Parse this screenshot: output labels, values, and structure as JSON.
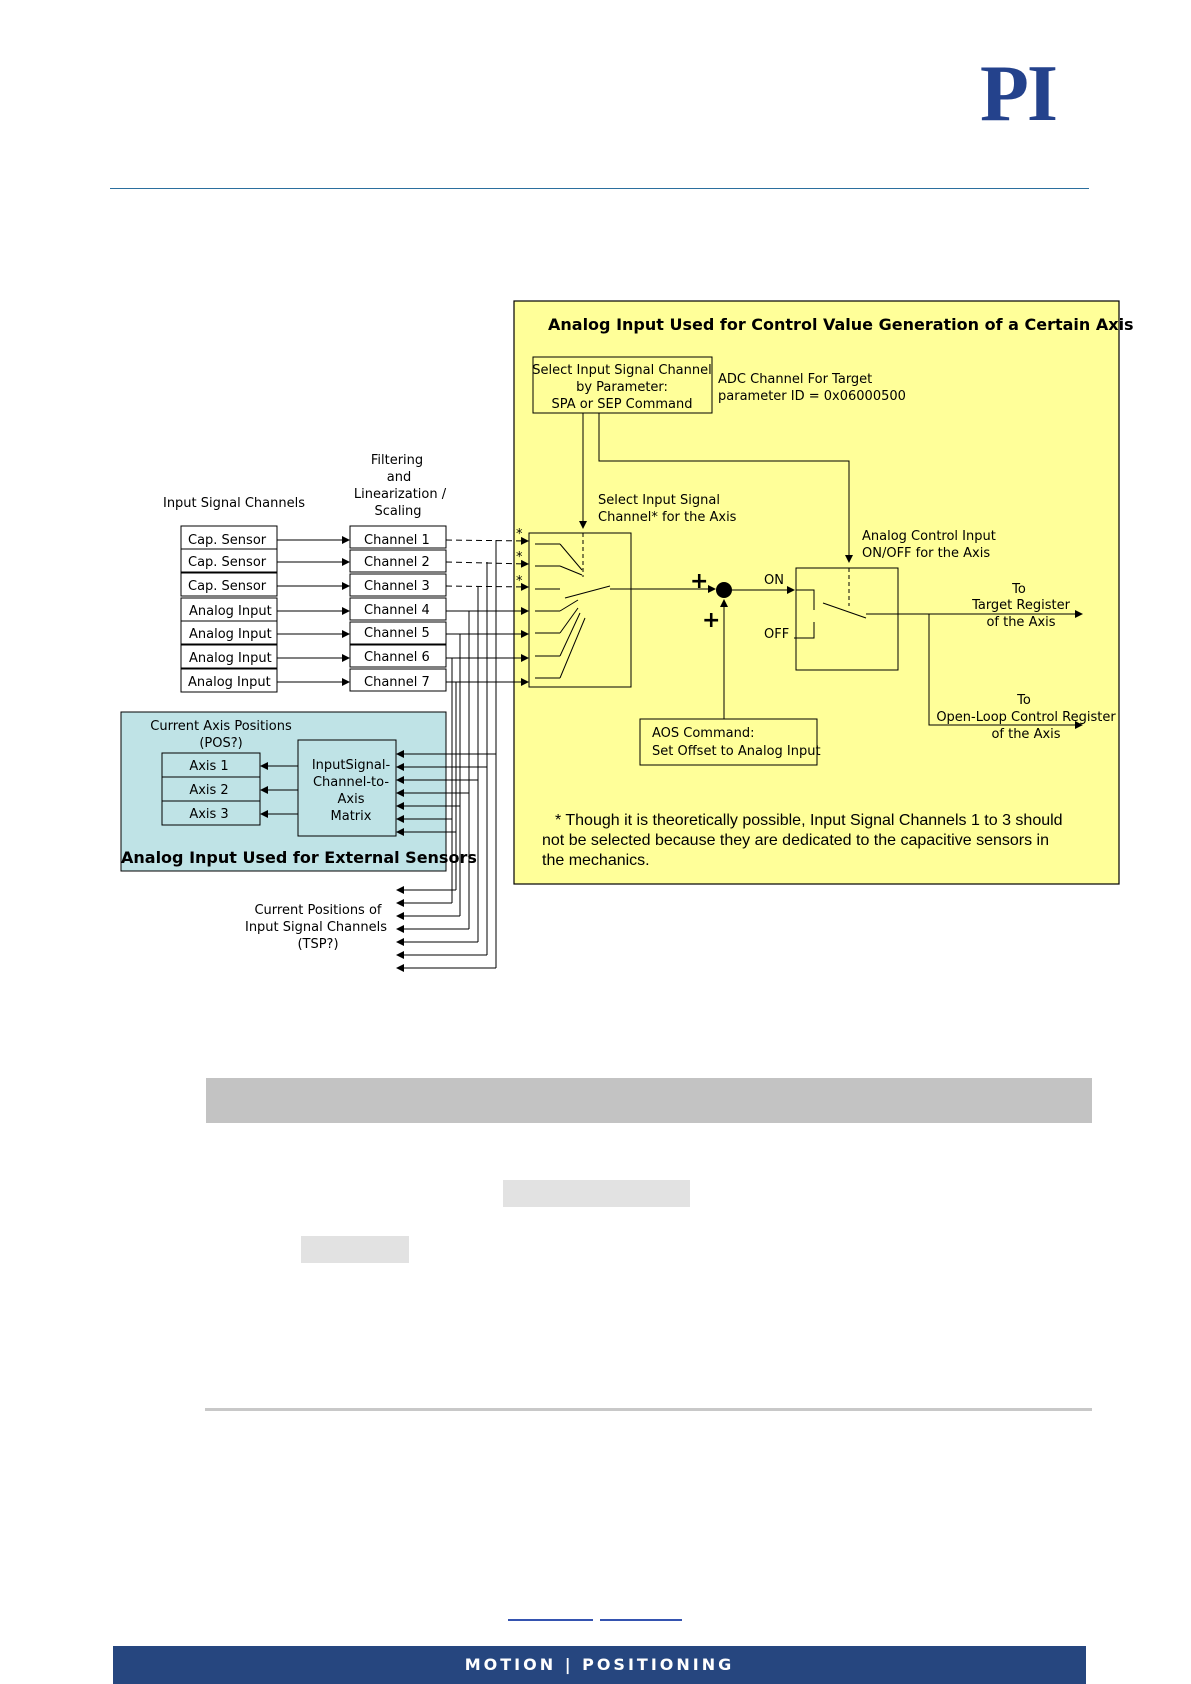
{
  "header": {
    "logo_text": "PI"
  },
  "diagram": {
    "yellow_title": "Analog Input Used for Control Value Generation of a Certain Axis",
    "select_box": [
      "Select Input Signal Channel",
      "by Parameter:",
      "SPA or SEP Command"
    ],
    "adc_label": [
      "ADC Channel For Target",
      "parameter ID = 0x06000500"
    ],
    "select_channel_label": [
      "Select Input Signal",
      "Channel* for the Axis"
    ],
    "analog_control_label": [
      "Analog Control Input",
      "ON/OFF for the Axis"
    ],
    "on_label": "ON",
    "off_label": "OFF",
    "plus": "+",
    "to_target": [
      "To",
      "Target Register",
      "of the Axis"
    ],
    "to_openloop": [
      "To",
      "Open-Loop Control Register",
      "of the Axis"
    ],
    "aos_box": [
      "AOS Command:",
      "Set Offset to Analog Input"
    ],
    "footnote": [
      "* Though it is theoretically possible, Input Signal Channels 1 to 3 should",
      "not be selected because they are dedicated to the capacitive sensors in",
      "the mechanics."
    ],
    "input_channels_label": "Input Signal Channels",
    "filter_label": [
      "Filtering",
      "and",
      "Linearization /",
      "Scaling"
    ],
    "inputs": [
      "Cap. Sensor",
      "Cap. Sensor",
      "Cap. Sensor",
      "Analog Input",
      "Analog Input",
      "Analog Input",
      "Analog Input"
    ],
    "channels": [
      "Channel 1",
      "Channel 2",
      "Channel 3",
      "Channel 4",
      "Channel 5",
      "Channel 6",
      "Channel 7"
    ],
    "star": "*",
    "axis_label": [
      "Current Axis Positions",
      "(POS?)"
    ],
    "axes": [
      "Axis 1",
      "Axis 2",
      "Axis 3"
    ],
    "matrix": [
      "InputSignal-",
      "Channel-to-",
      "Axis",
      "Matrix"
    ],
    "cyan_title": "Analog Input Used for External Sensors",
    "tsp_label": [
      "Current Positions of",
      "Input Signal Channels",
      "(TSP?)"
    ]
  },
  "footer": {
    "text": "MOTION | POSITIONING"
  },
  "colors": {
    "brand": "#24428c",
    "yellow": "#ffff99",
    "cyan": "#bfe3e6",
    "footer": "#26467f"
  }
}
